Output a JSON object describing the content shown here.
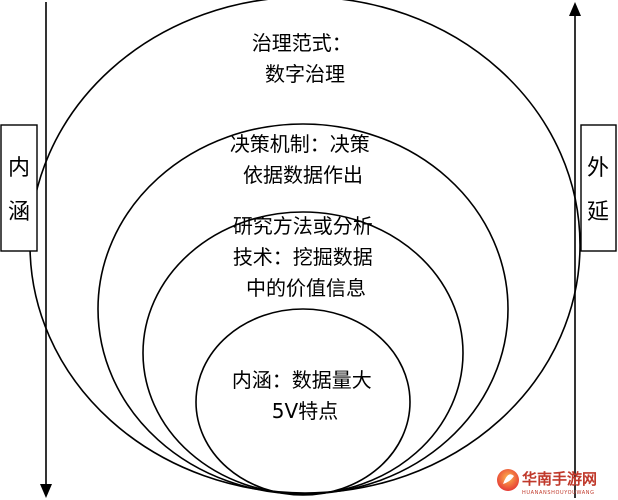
{
  "layers": [
    {
      "lines": [
        "治理范式：",
        "数字治理"
      ]
    },
    {
      "lines": [
        "决策机制：决策",
        "依据数据作出"
      ]
    },
    {
      "lines": [
        "研究方法或分析",
        "技术：挖掘数据",
        "中的价值信息"
      ]
    },
    {
      "lines": [
        "内涵：数据量大",
        "5V特点"
      ]
    }
  ],
  "left_axis": {
    "chars": [
      "内",
      "涵"
    ],
    "direction": "down"
  },
  "right_axis": {
    "chars": [
      "外",
      "延"
    ],
    "direction": "up"
  },
  "watermark": {
    "text": "华南手游网",
    "sub": "HUANANSHOUYOUWANG"
  }
}
